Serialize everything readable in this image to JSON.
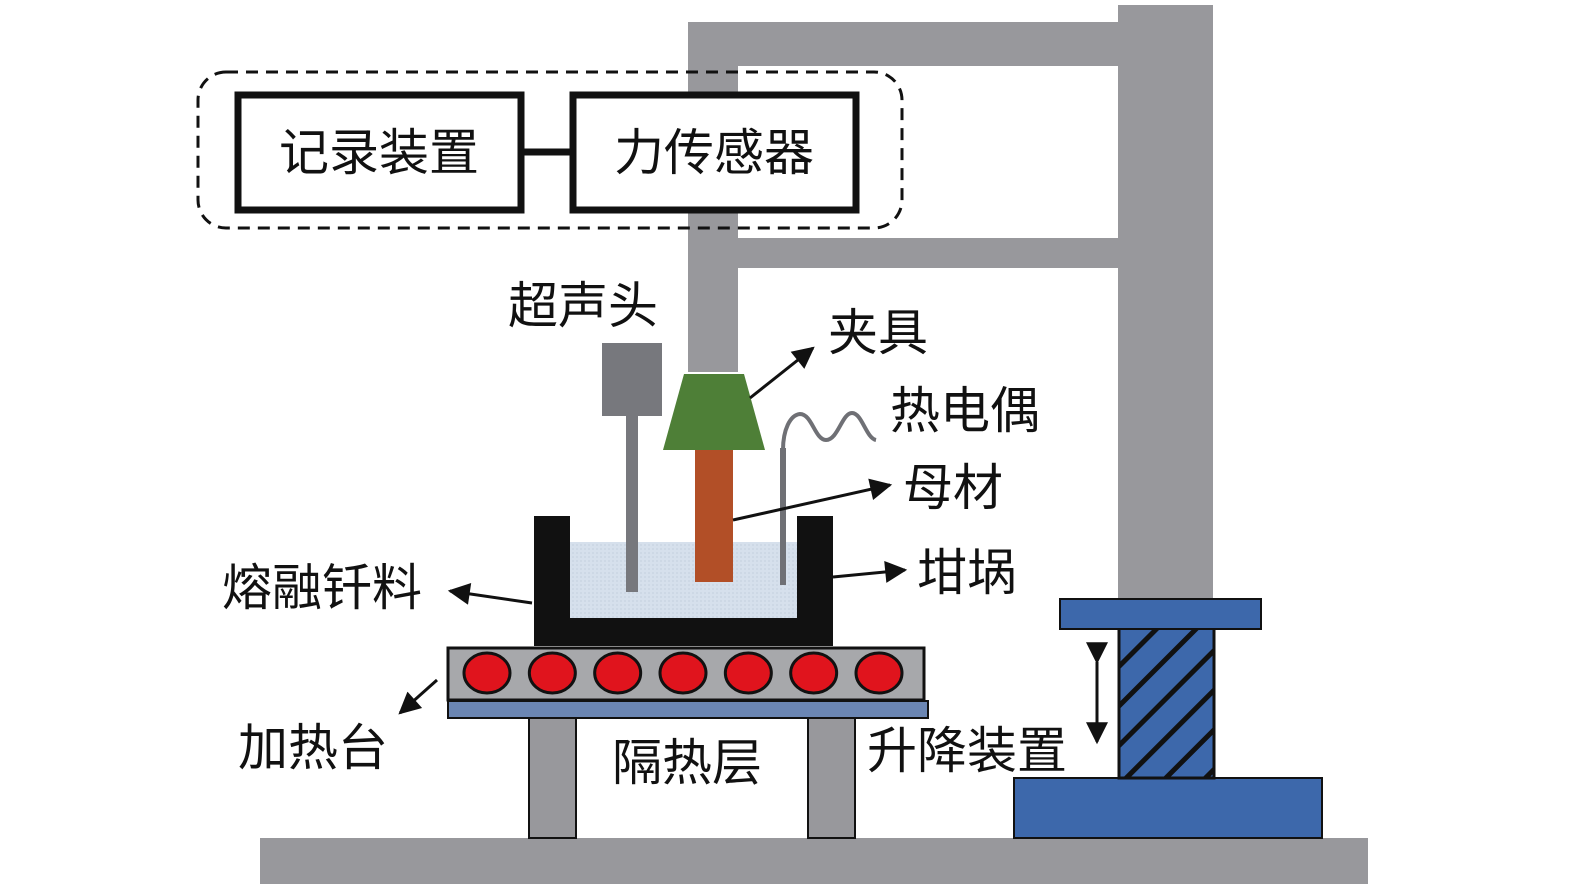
{
  "labels": {
    "recorder": "记录装置",
    "force_sensor": "力传感器",
    "ultrasonic_head": "超声头",
    "fixture": "夹具",
    "thermocouple": "热电偶",
    "base_metal": "母材",
    "crucible": "坩埚",
    "molten_solder": "熔融钎料",
    "heating_stage": "加热台",
    "insulation_layer": "隔热层",
    "lifting_device": "升降装置"
  },
  "colors": {
    "frame": "#98989c",
    "probe": "#77787d",
    "fixture": "#4e7f37",
    "base_metal": "#b24f27",
    "crucible": "#111111",
    "solder": "#d6e0ec",
    "heater_body": "#a7a8ab",
    "heater_element": "#e0141d",
    "insulation": "#6b86b3",
    "lift": "#3d68ab",
    "arrow": "#111111"
  },
  "heater_element_count": 7
}
